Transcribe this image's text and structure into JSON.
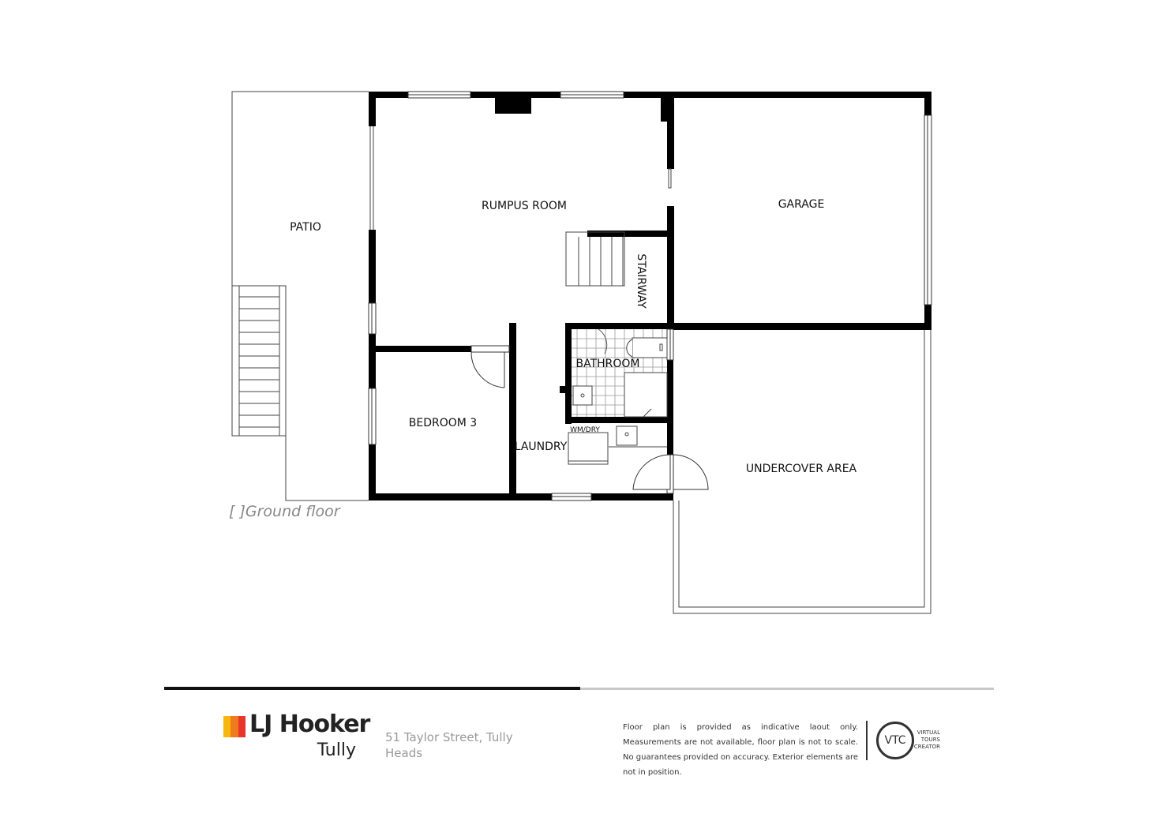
{
  "rooms": {
    "patio": "PATIO",
    "rumpus_room": "RUMPUS ROOM",
    "garage": "GARAGE",
    "stairway": "STAIRWAY",
    "bathroom": "BATHROOM",
    "bedroom_3": "BEDROOM 3",
    "laundry": "LAUNDRY",
    "wm_dry": "WM/DRY",
    "undercover_area": "UNDERCOVER AREA"
  },
  "floor_caption": "[ ]Ground floor",
  "agency": {
    "brand": "LJ Hooker",
    "office": "Tully",
    "logo_colors": [
      "#f6b80f",
      "#f07b1f",
      "#e8362d"
    ]
  },
  "address": "51 Taylor Street, Tully Heads",
  "disclaimer": "Floor plan is provided as indicative laout only. Measurements are not available, floor plan is not to scale. No guarantees provided on accuracy. Exterior elements are not in position.",
  "creator": {
    "badge": "VTC",
    "line1": "VIRTUAL",
    "line2": "TOURS",
    "line3": "CREATOR"
  }
}
